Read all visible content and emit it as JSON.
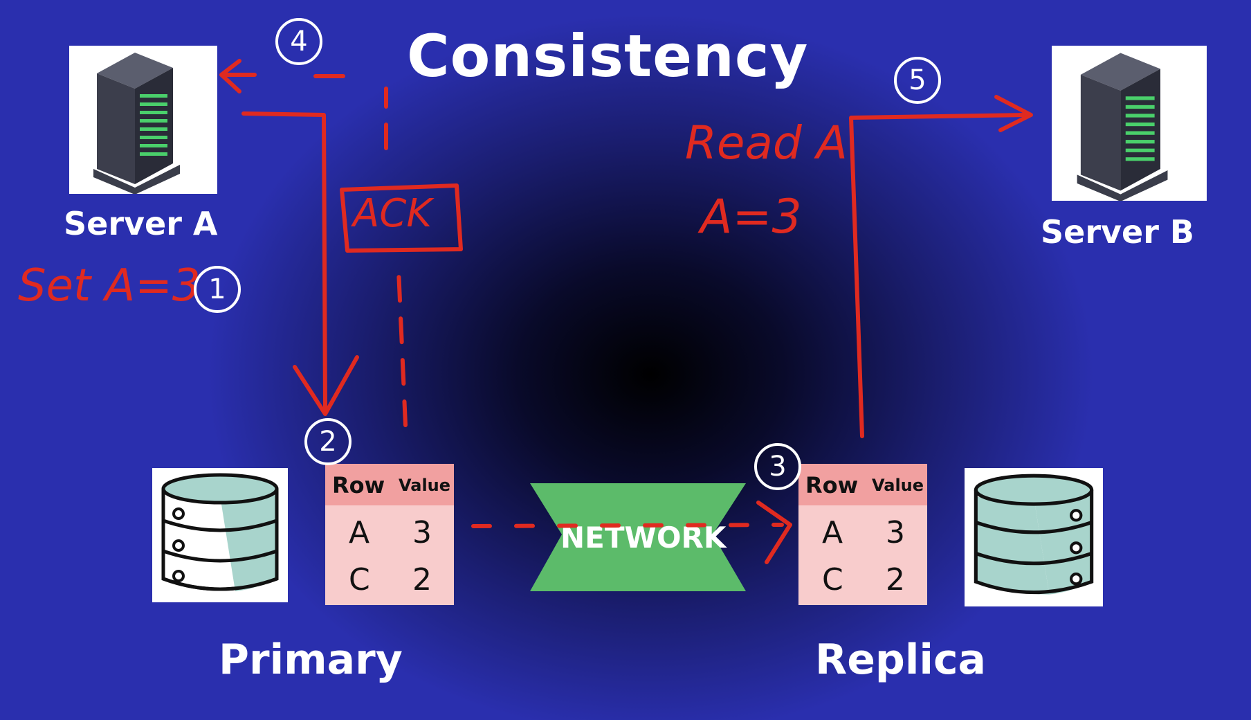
{
  "title": "Consistency",
  "servers": {
    "a_label": "Server A",
    "b_label": "Server B"
  },
  "databases": {
    "primary_label": "Primary",
    "replica_label": "Replica"
  },
  "network_label": "NETWORK",
  "annotations": {
    "set_a": "Set A=3",
    "ack": "ACK",
    "read_a": "Read A",
    "a_equals": "A=3"
  },
  "steps": [
    "1",
    "2",
    "3",
    "4",
    "5"
  ],
  "tables": {
    "headers": {
      "row": "Row",
      "value": "Value"
    },
    "primary_rows": [
      {
        "row": "A",
        "value": "3"
      },
      {
        "row": "C",
        "value": "2"
      }
    ],
    "replica_rows": [
      {
        "row": "A",
        "value": "3"
      },
      {
        "row": "C",
        "value": "2"
      }
    ]
  },
  "colors": {
    "annotation": "#e02a20",
    "table_header": "#f1a0a0",
    "table_body": "#f8cccc",
    "network": "#5cbb6a",
    "db_fill": "#a8d4cc"
  }
}
